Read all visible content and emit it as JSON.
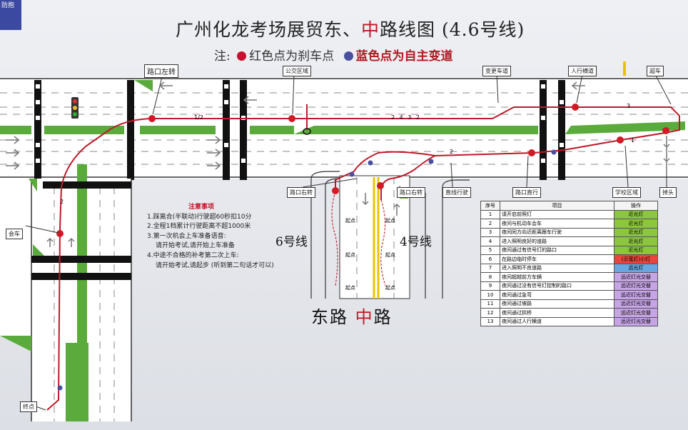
{
  "title": {
    "prefix": "广州化龙考场展贸东、",
    "mid": "中",
    "suffix": "路线图 (4.6号线)"
  },
  "legend": {
    "note": "注:",
    "red_text": "红色点为刹车点",
    "blue_text": "蓝色点为自主变道",
    "red_color": "#c8102e",
    "blue_color": "#4a4e9e"
  },
  "badge": "防抱",
  "labels": {
    "left_turn": "路口左转",
    "bus_zone": "公交区域",
    "lane_change": "变更车道",
    "crosswalk": "人行横道",
    "overtake": "超车",
    "right_turn_a": "路口右转",
    "right_turn_b": "路口右转",
    "straight": "直线行驶",
    "go_straight": "路口直行",
    "school": "学校区域",
    "u_turn": "掉头",
    "meet": "会车",
    "end": "终点"
  },
  "marks": {
    "half": "1/2",
    "seq": "2 4 3 2",
    "one": "1",
    "two": "2",
    "three": "3",
    "start": "起点"
  },
  "lines": {
    "six": "6号线",
    "four": "4号线",
    "east": "东路",
    "mid": "中",
    "road": "路"
  },
  "notes": {
    "heading": "注意事项",
    "items": [
      "1.踩离合(半联动)行驶超60秒扣10分",
      "2.全程1档累计行驶距离不超1000米",
      "3.第一次机会上车准备语音:",
      "请开始考试,请开始上车准备",
      "4.中途不合格的补考第二次上车:",
      "请开始考试,请起步 (听到第二句话才可以)"
    ]
  },
  "table": {
    "headers": [
      "序号",
      "项目",
      "操作"
    ],
    "rows": [
      {
        "n": "1",
        "item": "请开启前照灯",
        "op": "近光灯",
        "color": "#8cc63f"
      },
      {
        "n": "2",
        "item": "夜间与机动车会车",
        "op": "近光灯",
        "color": "#8cc63f"
      },
      {
        "n": "3",
        "item": "夜间同方向近距离跟车行驶",
        "op": "近光灯",
        "color": "#8cc63f"
      },
      {
        "n": "4",
        "item": "进入照明良好的道路",
        "op": "近光灯",
        "color": "#8cc63f"
      },
      {
        "n": "5",
        "item": "夜间通过有信号灯的路口",
        "op": "近光灯",
        "color": "#8cc63f"
      },
      {
        "n": "6",
        "item": "在路边临时停车",
        "op": "(示宽灯)小灯",
        "color": "#e8463c"
      },
      {
        "n": "7",
        "item": "进入照明不良道路",
        "op": "远光灯",
        "color": "#6aa7e0"
      },
      {
        "n": "8",
        "item": "夜间超越前方车辆",
        "op": "远近灯光交替",
        "color": "#c6a4e6"
      },
      {
        "n": "9",
        "item": "夜间通过没有信号灯控制的路口",
        "op": "远近灯光交替",
        "color": "#c6a4e6"
      },
      {
        "n": "10",
        "item": "夜间通过急弯",
        "op": "远近灯光交替",
        "color": "#c6a4e6"
      },
      {
        "n": "11",
        "item": "夜间通过坡路",
        "op": "远近灯光交替",
        "color": "#c6a4e6"
      },
      {
        "n": "12",
        "item": "夜间通过拱桥",
        "op": "远近灯光交替",
        "color": "#c6a4e6"
      },
      {
        "n": "13",
        "item": "夜间通过人行横道",
        "op": "远近灯光交替",
        "color": "#c6a4e6"
      }
    ]
  }
}
